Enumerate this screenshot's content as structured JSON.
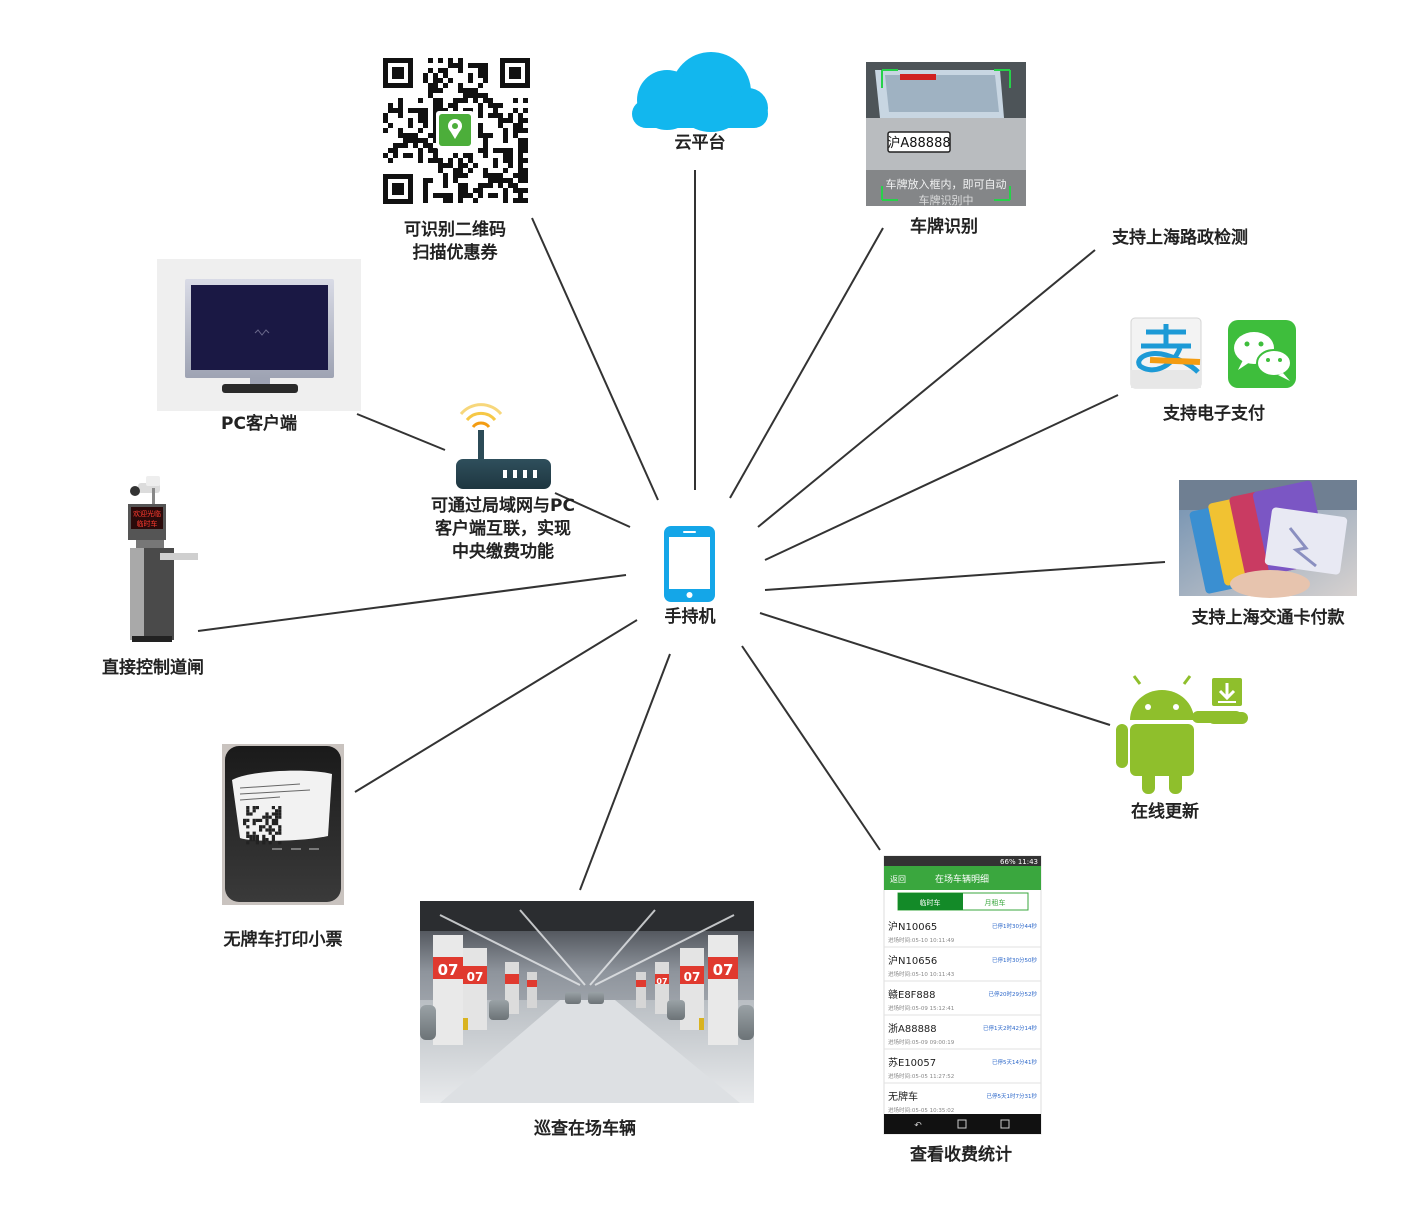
{
  "center": {
    "label": "手持机"
  },
  "nodes": {
    "cloud": {
      "label": "云平台"
    },
    "qr": {
      "lines": [
        "可识别二维码",
        "扫描优惠券"
      ]
    },
    "plate": {
      "label": "车牌识别",
      "plate_text": "沪A88888",
      "hint": "车牌放入框内，即可自动",
      "hint2": "车牌识别中"
    },
    "road": {
      "label": "支持上海路政检测"
    },
    "epay": {
      "label": "支持电子支付"
    },
    "transit": {
      "label": "支持上海交通卡付款"
    },
    "android": {
      "label": "在线更新"
    },
    "stats": {
      "label": "查看收费统计"
    },
    "patrol": {
      "label": "巡查在场车辆"
    },
    "printer": {
      "label": "无牌车打印小票"
    },
    "barrier": {
      "label": "直接控制道闸"
    },
    "router": {
      "lines": [
        "可通过局域网与PC",
        "客户端互联，实现",
        "中央缴费功能"
      ]
    },
    "pc": {
      "label": "PC客户端"
    }
  },
  "phone_screen": {
    "status": "66%  11:43",
    "back": "返回",
    "title": "在场车辆明细",
    "tabs": [
      "临时车",
      "月租车"
    ],
    "rows": [
      {
        "plate": "沪N10065",
        "time": "进场时间:05-10 10:11:49",
        "dur": "已停1时30分44秒"
      },
      {
        "plate": "沪N10656",
        "time": "进场时间:05-10 10:11:43",
        "dur": "已停1时30分50秒"
      },
      {
        "plate": "赣E8F888",
        "time": "进场时间:05-09 15:12:41",
        "dur": "已停20时29分52秒"
      },
      {
        "plate": "浙A88888",
        "time": "进场时间:05-09 09:00:19",
        "dur": "已停1天2时42分14秒"
      },
      {
        "plate": "苏E10057",
        "time": "进场时间:05-05 11:27:52",
        "dur": "已停5天14分41秒"
      },
      {
        "plate": "无牌车",
        "time": "进场时间:05-05 10:35:02",
        "dur": "已停5天1时7分31秒"
      }
    ]
  },
  "barrier_display": {
    "line1": "欢迎光临",
    "line2": "临时车"
  },
  "parking_numbers": [
    "07",
    "07",
    "07",
    "07",
    "07"
  ],
  "colors": {
    "line": "#333333",
    "cloud": "#12b7ee",
    "phone": "#14a6e8",
    "wechat": "#3ebe3c",
    "android": "#8fbf2c",
    "app_green": "#3aa73e"
  }
}
